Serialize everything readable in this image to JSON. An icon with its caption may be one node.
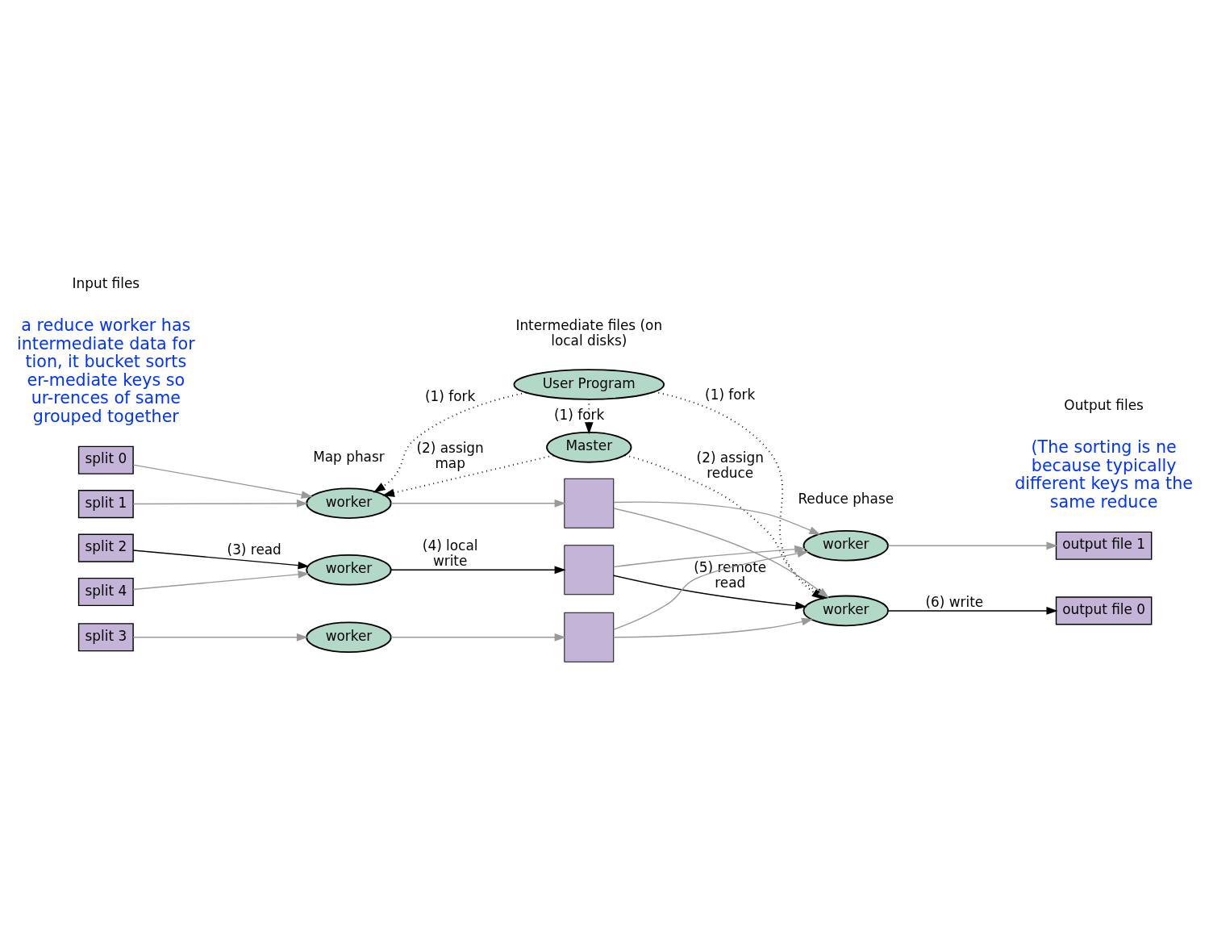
{
  "diagram": {
    "nodes": [
      {
        "text": [
          "User Program"
        ]
      },
      {
        "text": [
          "Master"
        ]
      },
      {
        "text": [
          "worker"
        ]
      },
      {
        "text": [
          "worker"
        ]
      },
      {
        "text": [
          "worker"
        ]
      },
      {
        "text": [
          "split 0"
        ]
      },
      {
        "text": [
          "split 1"
        ]
      },
      {
        "text": [
          "split 2"
        ]
      },
      {
        "text": [
          "split 3"
        ]
      },
      {
        "text": [
          "split 4"
        ]
      },
      {
        "text": [],
        "shape": "box"
      },
      {
        "text": [],
        "shape": "box"
      },
      {
        "text": [],
        "shape": "box"
      },
      {
        "text": [
          "worker"
        ]
      },
      {
        "text": [
          "worker"
        ]
      },
      {
        "text": [
          "output file 0"
        ]
      },
      {
        "text": [
          "output file 1"
        ]
      }
    ],
    "edges": [
      {
        "from": 0,
        "to": 2,
        "arrow": "to",
        "label": "(1) fork",
        "style": "dashed",
        "color": "#000000"
      },
      {
        "from": 0,
        "to": 1,
        "arrow": "to",
        "label": "(1) fork",
        "style": "dashed",
        "color": "#000000"
      },
      {
        "from": 0,
        "to": 13,
        "arrow": "to",
        "label": "(1) fork",
        "style": "dashed",
        "color": "#000000"
      },
      {
        "from": 1,
        "to": 2,
        "arrow": "to",
        "label": "(2) assign map",
        "style": "dashed",
        "color": "#000000"
      },
      {
        "from": 1,
        "to": 13,
        "arrow": "to",
        "label": "(2) assign reduce",
        "style": "dashed",
        "color": "#000000"
      },
      {
        "from": 5,
        "to": 2,
        "arrow": "to"
      },
      {
        "from": 6,
        "to": 2,
        "arrow": "to"
      },
      {
        "from": 7,
        "to": 3,
        "arrow": "to",
        "label": "(3) read",
        "color": "#000000"
      },
      {
        "from": 8,
        "to": 4,
        "arrow": "to"
      },
      {
        "from": 9,
        "to": 3,
        "arrow": "to"
      },
      {
        "from": 2,
        "to": 10,
        "arrow": "to"
      },
      {
        "from": 3,
        "to": 11,
        "arrow": "to",
        "label": "(4) local write",
        "color": "#000000"
      },
      {
        "from": 4,
        "to": 12,
        "arrow": "to"
      },
      {
        "from": 10,
        "to": 13,
        "arrow": "to"
      },
      {
        "from": 10,
        "to": 14,
        "arrow": "to"
      },
      {
        "from": 11,
        "to": 13,
        "arrow": "to",
        "label": "(5) remote read",
        "color": "#000000"
      },
      {
        "from": 11,
        "to": 14,
        "arrow": "to"
      },
      {
        "from": 12,
        "to": 13,
        "arrow": "to"
      },
      {
        "from": 12,
        "to": 14,
        "arrow": "to"
      },
      {
        "from": 13,
        "to": 15,
        "arrow": "to",
        "label": "(6) write",
        "color": "#000000"
      },
      {
        "from": 14,
        "to": 16,
        "arrow": "to"
      }
    ],
    "labels": [
      "a reduce worker has intermediate data for tion, it bucket sorts er-mediate keys so ur-rences of same grouped together",
      "(The sorting is ne because typically different keys ma the same reduce",
      "Input files",
      "Map phasr",
      "Intermediate files (on local disks)",
      "Reduce phase",
      "Output files"
    ]
  }
}
